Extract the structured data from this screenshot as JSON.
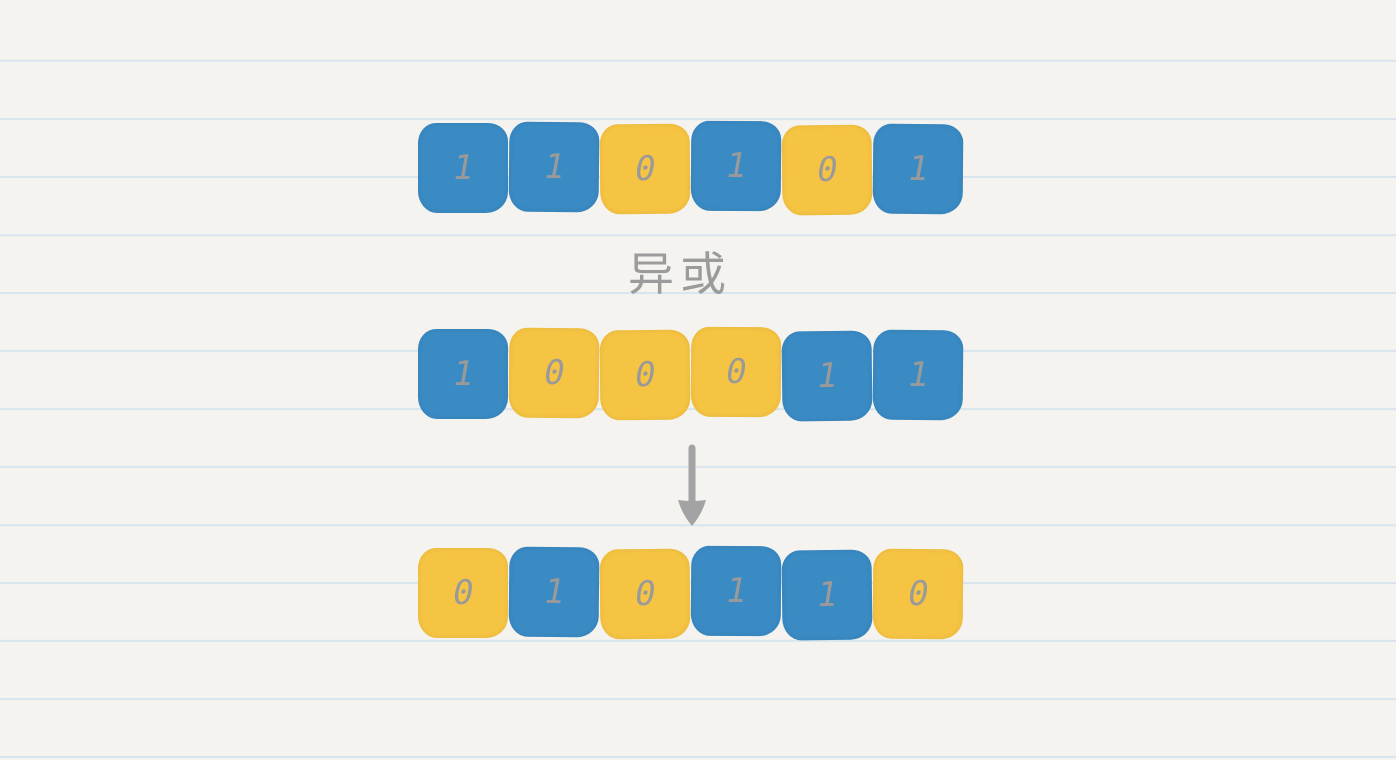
{
  "operation_label": "异或",
  "rows": [
    {
      "bits": [
        "1",
        "1",
        "0",
        "1",
        "0",
        "1"
      ]
    },
    {
      "bits": [
        "1",
        "0",
        "0",
        "0",
        "1",
        "1"
      ]
    },
    {
      "bits": [
        "0",
        "1",
        "0",
        "1",
        "1",
        "0"
      ]
    }
  ],
  "colors": {
    "one": "#3a8ac4",
    "zero": "#f6c443",
    "text": "#9a9a9a",
    "background": "#f4f3ef",
    "rule_line": "#d8e4ee"
  },
  "icons": {
    "result_arrow": "down-arrow-icon"
  }
}
